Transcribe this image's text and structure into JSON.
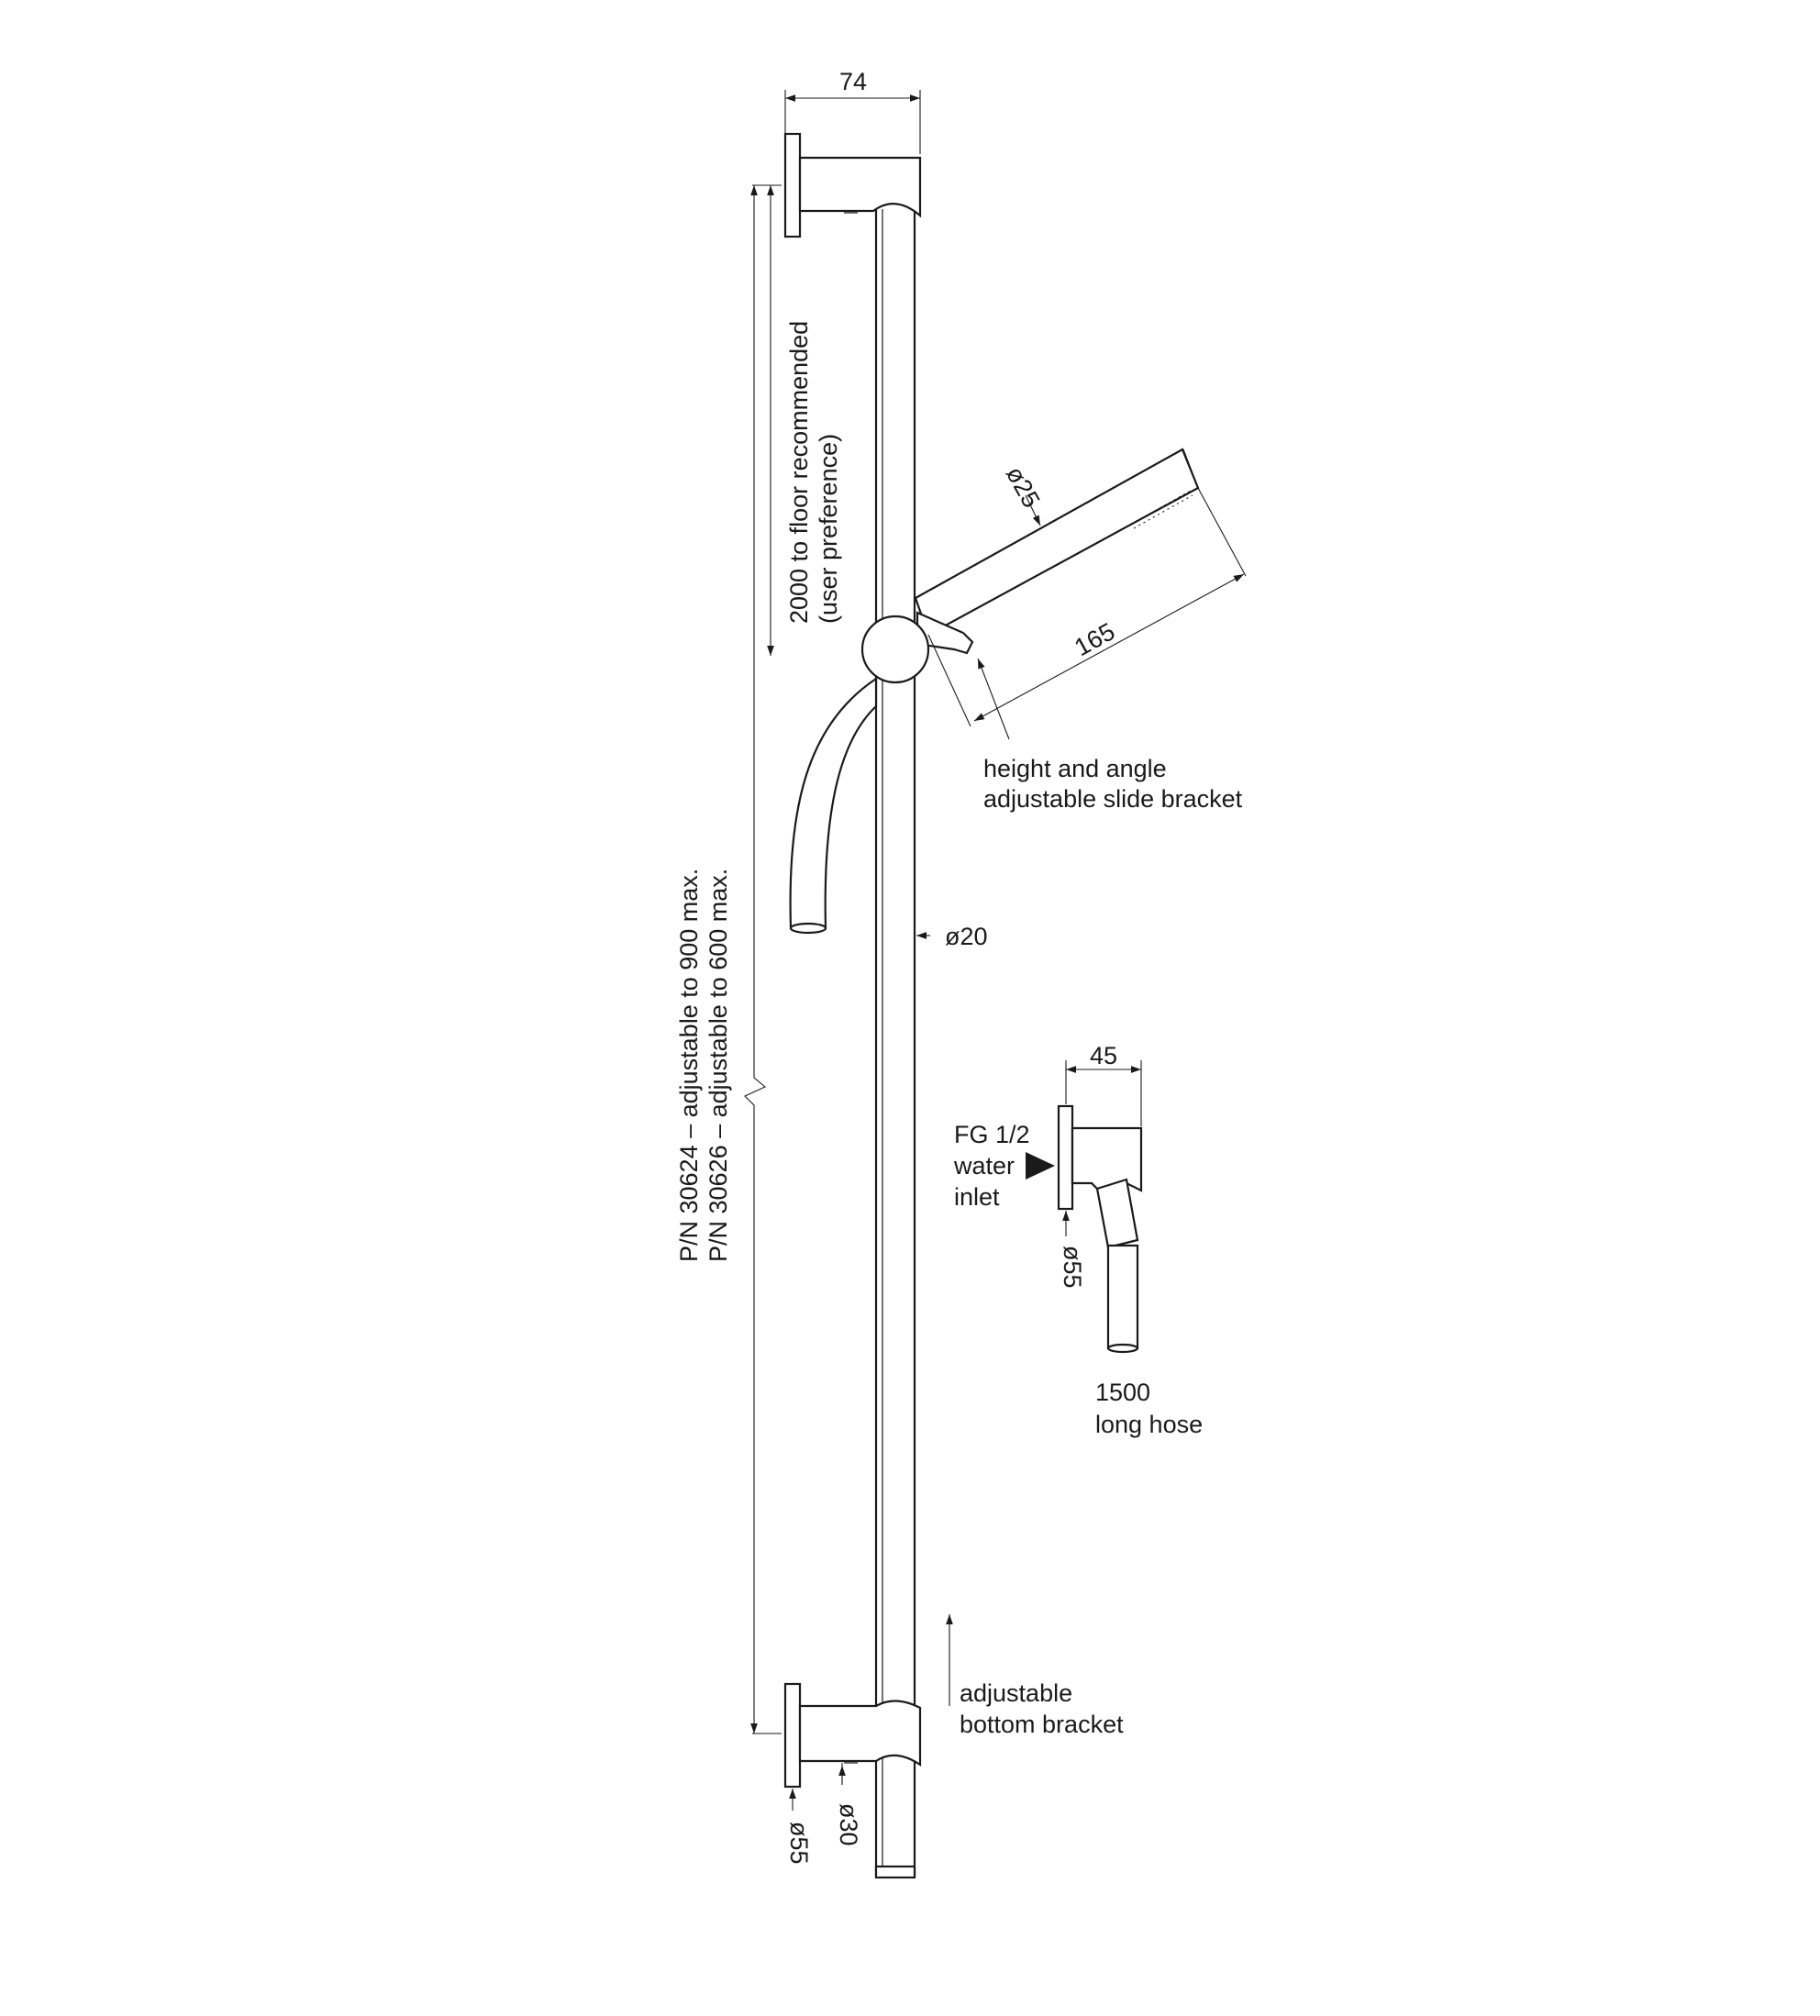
{
  "dimensions": {
    "top_projection": "74",
    "handset_diameter": "ø25",
    "handset_length": "165",
    "rail_diameter": "ø20",
    "outlet_projection": "45",
    "outlet_flange_diameter": "ø55",
    "bottom_flange_diameter": "ø55",
    "bottom_bracket_diameter": "ø30"
  },
  "labels": {
    "floor_height_line1": "2000 to floor recommended",
    "floor_height_line2": "(user preference)",
    "pn_line1": "P/N 30624 – adjustable to 900 max.",
    "pn_line2": "P/N 30626 – adjustable to 600 max.",
    "slide_bracket_line1": "height and angle",
    "slide_bracket_line2": "adjustable slide bracket",
    "inlet_line1": "FG 1/2",
    "inlet_line2": "water",
    "inlet_line3": "inlet",
    "hose_line1": "1500",
    "hose_line2": "long hose",
    "bottom_bracket_line1": "adjustable",
    "bottom_bracket_line2": "bottom bracket"
  }
}
